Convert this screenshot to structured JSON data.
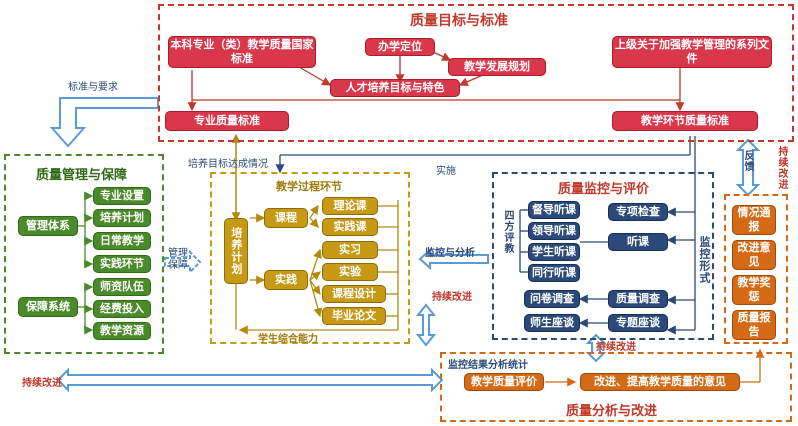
{
  "goals": {
    "title": "质量目标与标准",
    "national_standard": "本科专业（类）教学质量国家标准",
    "school_positioning": "办学定位",
    "teaching_plan": "教学发展规划",
    "talent_goal": "人才培养目标与特色",
    "superior_docs": "上级关于加强教学管理的系列文件",
    "major_standard": "专业质量标准",
    "teaching_link_standard": "教学环节质量标准"
  },
  "management": {
    "title": "质量管理与保障",
    "system_label": "管理体系",
    "system_items": [
      "专业设置",
      "培养计划",
      "日常教学",
      "实践环节"
    ],
    "guarantee_label": "保障系统",
    "guarantee_items": [
      "师资队伍",
      "经费投入",
      "教学资源"
    ]
  },
  "process": {
    "title": "教学过程环节",
    "plan": "培养计划",
    "course": "课程",
    "practice": "实践",
    "course_items": [
      "理论课",
      "实践课"
    ],
    "practice_items": [
      "实习",
      "实验",
      "课程设计",
      "毕业论文"
    ],
    "bottom": "学生综合能力"
  },
  "monitoring": {
    "title": "质量监控与评价",
    "four_eval": "四方评教",
    "listen_items": [
      "督导听课",
      "领导听课",
      "学生听课",
      "同行听课"
    ],
    "right_items": [
      "专项检查",
      "听课"
    ],
    "survey": "问卷调查",
    "quality_survey": "质量调查",
    "forum": "师生座谈",
    "special_forum": "专题座谈",
    "form_label": "监控形式"
  },
  "feedback": {
    "items": [
      "情况通报",
      "改进意见",
      "教学奖惩",
      "质量报告"
    ],
    "loop": "反馈",
    "continuous": "持续改进"
  },
  "analysis": {
    "title": "质量分析与改进",
    "stat_label": "监控结果分析统计",
    "evaluation": "教学质量评价",
    "suggestion": "改进、提高教学质量的意见"
  },
  "labels": {
    "standard_req": "标准与要求",
    "goal_achieve": "培养目标达成情况",
    "implement": "实施",
    "mgmt_guarantee": "管理保障",
    "monitor_analyze": "监控与分析",
    "continuous_1": "持续改进",
    "continuous_2": "持续改进",
    "continuous_3": "持续改进"
  }
}
